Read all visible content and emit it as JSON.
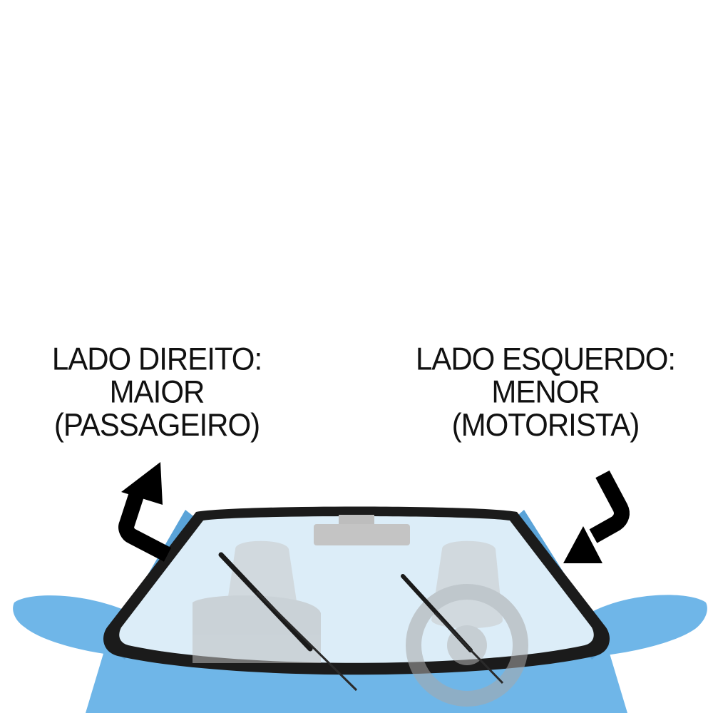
{
  "labels": {
    "right_side": {
      "line1": "LADO DIREITO:",
      "line2": "MAIOR",
      "line3": "(PASSAGEIRO)"
    },
    "left_side": {
      "line1": "LADO ESQUERDO:",
      "line2": "MENOR",
      "line3": "(MOTORISTA)"
    }
  },
  "colors": {
    "car_body": "#6fb6e8",
    "car_body_shadow": "#5aa3d8",
    "windshield_frame": "#1b1b1b",
    "glass": "#d9ecf8",
    "interior": "#c9c9c9",
    "wiper": "#1a1a1a",
    "arrow": "#000000"
  },
  "icons": {
    "left_arrow": "curved-arrow-up-icon",
    "right_arrow": "curved-arrow-down-icon",
    "car": "car-front-icon"
  }
}
